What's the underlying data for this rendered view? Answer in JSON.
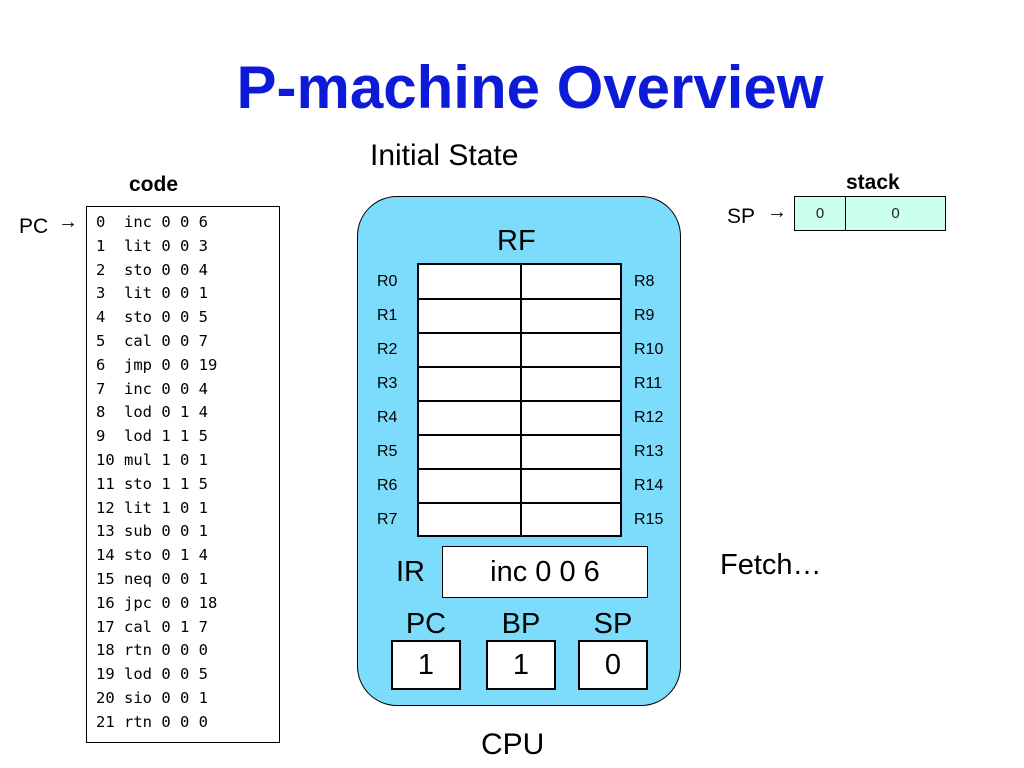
{
  "title": "P-machine Overview",
  "subtitle": "Initial State",
  "code": {
    "label": "code",
    "pc_label": "PC",
    "pc_arrow": "→",
    "lines": [
      "0  inc 0 0 6",
      "1  lit 0 0 3",
      "2  sto 0 0 4",
      "3  lit 0 0 1",
      "4  sto 0 0 5",
      "5  cal 0 0 7",
      "6  jmp 0 0 19",
      "7  inc 0 0 4",
      "8  lod 0 1 4",
      "9  lod 1 1 5",
      "10 mul 1 0 1",
      "11 sto 1 1 5",
      "12 lit 1 0 1",
      "13 sub 0 0 1",
      "14 sto 0 1 4",
      "15 neq 0 0 1",
      "16 jpc 0 0 18",
      "17 cal 0 1 7",
      "18 rtn 0 0 0",
      "19 lod 0 0 5",
      "20 sio 0 0 1",
      "21 rtn 0 0 0"
    ]
  },
  "cpu": {
    "label": "CPU",
    "rf_label": "RF",
    "registers_left": [
      "R0",
      "R1",
      "R2",
      "R3",
      "R4",
      "R5",
      "R6",
      "R7"
    ],
    "registers_right": [
      "R8",
      "R9",
      "R10",
      "R11",
      "R12",
      "R13",
      "R14",
      "R15"
    ],
    "ir_label": "IR",
    "ir_value": "inc 0 0 6",
    "pc_label": "PC",
    "pc_value": "1",
    "bp_label": "BP",
    "bp_value": "1",
    "sp_label": "SP",
    "sp_value": "0"
  },
  "status": "Fetch…",
  "stack": {
    "label": "stack",
    "sp_label": "SP",
    "sp_arrow": "→",
    "cells": [
      "0",
      "0"
    ],
    "cell_color": "#ccffee"
  },
  "colors": {
    "title": "#0d1bd8",
    "cpu_fill": "#7ddcfb"
  }
}
